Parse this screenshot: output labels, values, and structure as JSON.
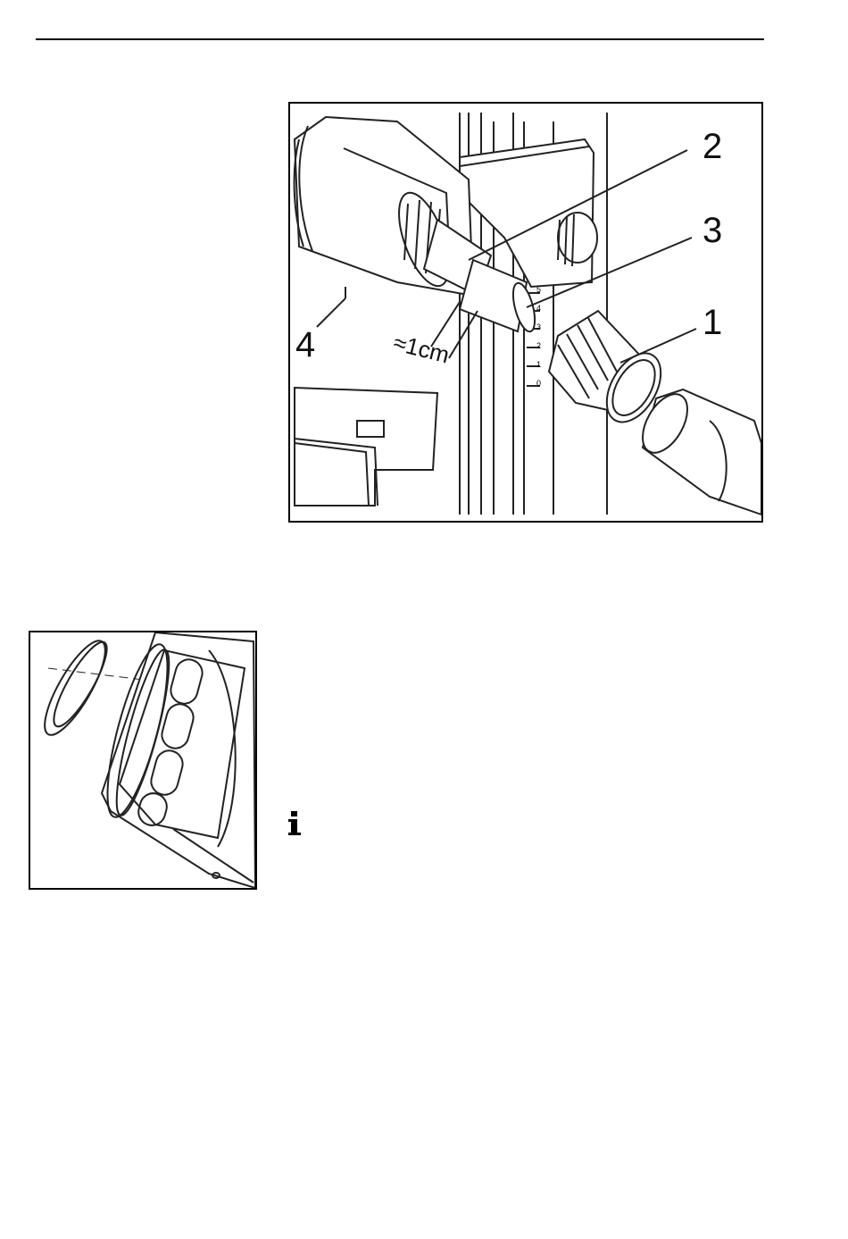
{
  "figure_main": {
    "callouts": [
      "1",
      "2",
      "3",
      "4"
    ],
    "dimension_label": "≈1cm",
    "scale_marks": [
      "5",
      "4",
      "3",
      "2",
      "1",
      "0"
    ]
  },
  "info": {
    "icon": "info-icon"
  }
}
